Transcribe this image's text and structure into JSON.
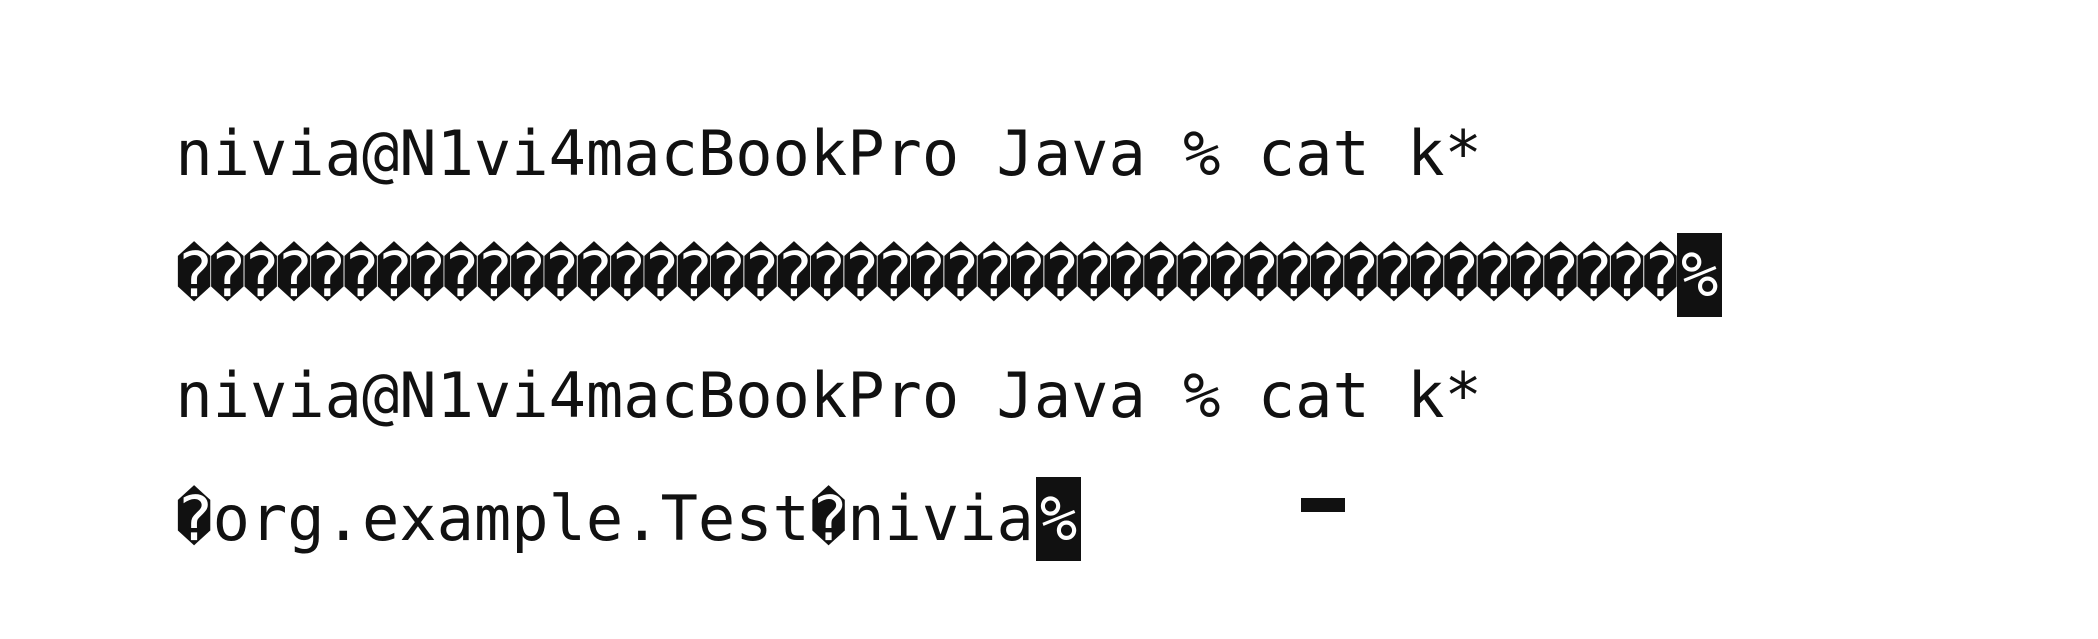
{
  "terminal": {
    "lines": [
      {
        "prompt": "nivia@N1vi4macBookPro Java % ",
        "command": "cat k*"
      },
      {
        "output": "���������������������������������������������",
        "end_marker": "%"
      },
      {
        "prompt": "nivia@N1vi4macBookPro Java % ",
        "command": "cat k*"
      },
      {
        "output_parts": [
          "�",
          "org.example.Test",
          "�",
          "nivia"
        ],
        "end_marker": "%"
      }
    ],
    "cursor_icon": "text-cursor-icon",
    "colors": {
      "background": "#ffffff",
      "text": "#111111",
      "inverse_text": "#ffffff"
    }
  }
}
